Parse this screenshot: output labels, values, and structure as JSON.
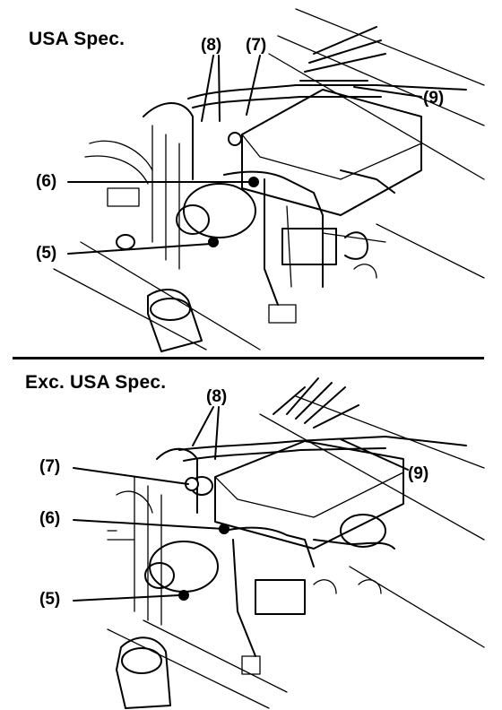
{
  "panels": [
    {
      "heading": "USA Spec.",
      "callouts": {
        "c5": "(5)",
        "c6": "(6)",
        "c7": "(7)",
        "c8": "(8)",
        "c9": "(9)"
      }
    },
    {
      "heading": "Exc. USA Spec.",
      "callouts": {
        "c5": "(5)",
        "c6": "(6)",
        "c7": "(7)",
        "c8": "(8)",
        "c9": "(9)"
      }
    }
  ]
}
